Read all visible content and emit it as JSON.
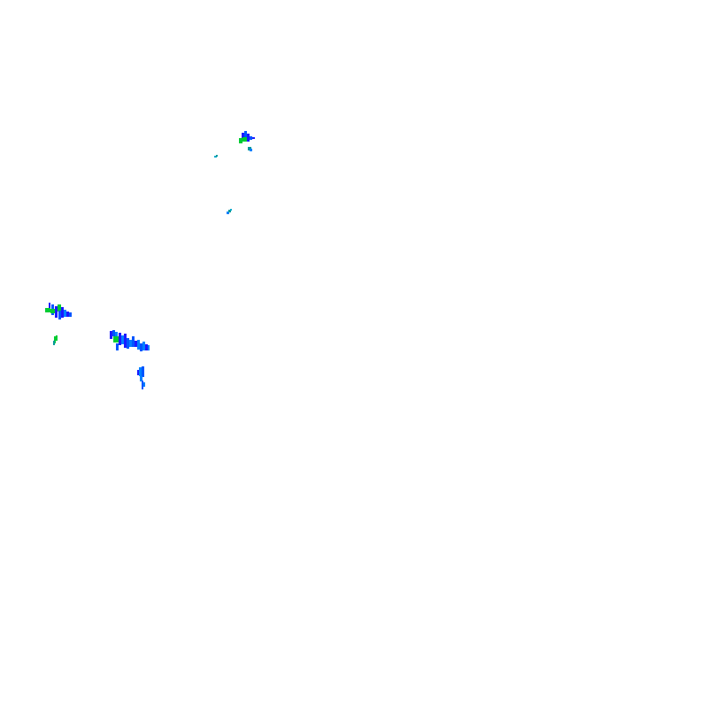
{
  "palette": {
    "background": "#ffffff",
    "dark_blue": "#1a1aff",
    "blue": "#0055ff",
    "light_blue": "#0080ff",
    "green": "#00cc33",
    "teal": "#009999",
    "cyan": "#00aacc"
  },
  "clusters": [
    {
      "name": "echo-cluster-north"
    },
    {
      "name": "echo-speck-northwest"
    },
    {
      "name": "echo-speck-center"
    },
    {
      "name": "echo-cluster-west"
    },
    {
      "name": "echo-cluster-southwest"
    },
    {
      "name": "echo-streak-south"
    }
  ]
}
